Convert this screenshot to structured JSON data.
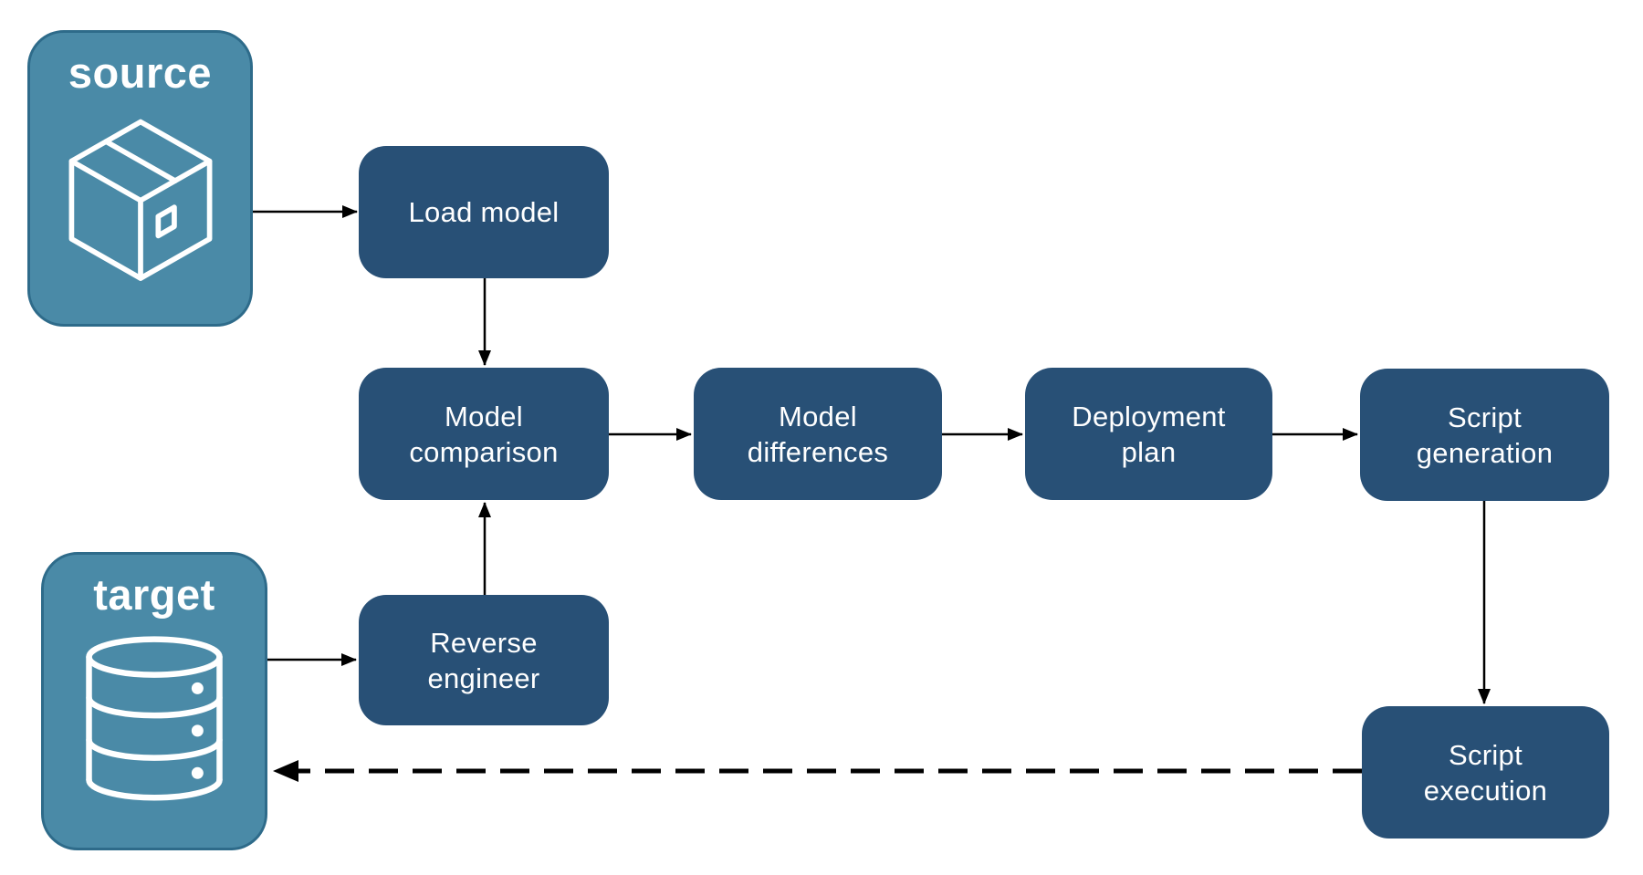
{
  "colors": {
    "node_fill": "#285076",
    "endpoint_fill": "#4A8AA7",
    "endpoint_border": "#2E6B8A",
    "arrow": "#000000",
    "label_text": "#FFFFFF",
    "background": "#FFFFFF"
  },
  "endpoints": {
    "source": {
      "label": "source",
      "icon": "package-icon"
    },
    "target": {
      "label": "target",
      "icon": "database-icon"
    }
  },
  "nodes": {
    "load_model": {
      "label": "Load model"
    },
    "model_comparison": {
      "label": "Model\ncomparison"
    },
    "model_differences": {
      "label": "Model\ndifferences"
    },
    "deployment_plan": {
      "label": "Deployment\nplan"
    },
    "script_generation": {
      "label": "Script\ngeneration"
    },
    "reverse_engineer": {
      "label": "Reverse\nengineer"
    },
    "script_execution": {
      "label": "Script\nexecution"
    }
  },
  "edges": [
    {
      "from": "source",
      "to": "load_model",
      "style": "solid"
    },
    {
      "from": "load_model",
      "to": "model_comparison",
      "style": "solid"
    },
    {
      "from": "model_comparison",
      "to": "model_differences",
      "style": "solid"
    },
    {
      "from": "model_differences",
      "to": "deployment_plan",
      "style": "solid"
    },
    {
      "from": "deployment_plan",
      "to": "script_generation",
      "style": "solid"
    },
    {
      "from": "script_generation",
      "to": "script_execution",
      "style": "solid"
    },
    {
      "from": "target",
      "to": "reverse_engineer",
      "style": "solid"
    },
    {
      "from": "reverse_engineer",
      "to": "model_comparison",
      "style": "solid"
    },
    {
      "from": "script_execution",
      "to": "target",
      "style": "dashed"
    }
  ]
}
